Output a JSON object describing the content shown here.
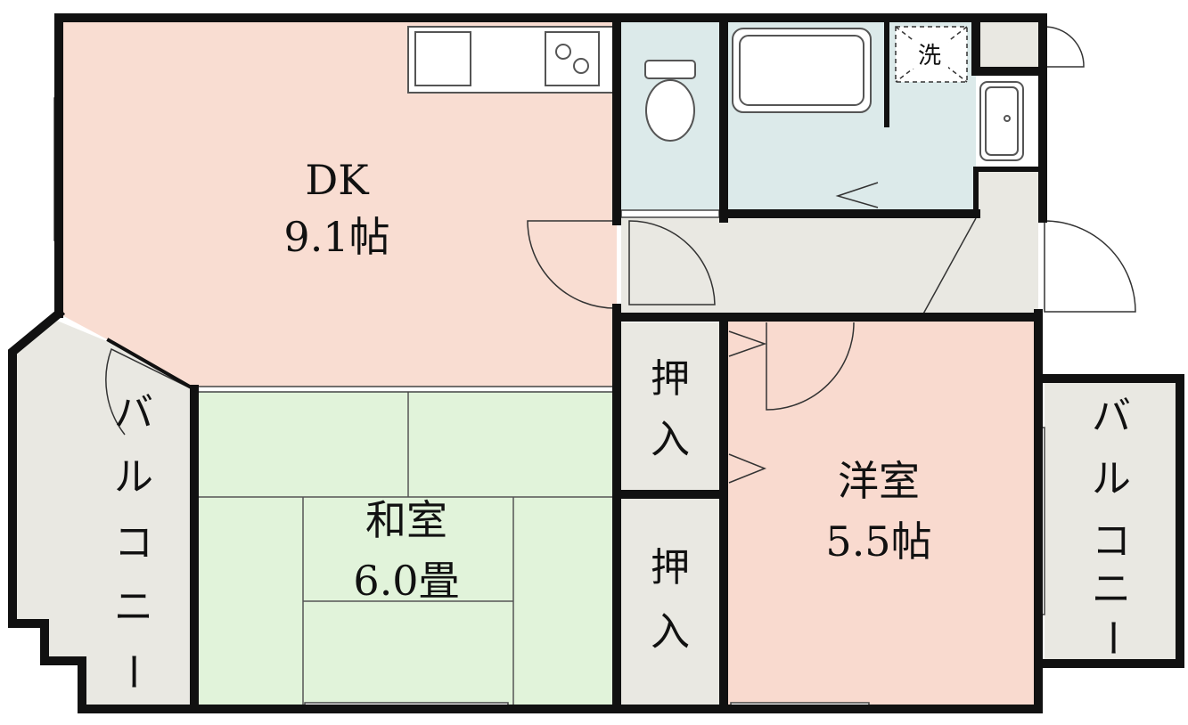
{
  "rooms": {
    "dk": {
      "name": "DK",
      "size": "9.1帖"
    },
    "washitsu": {
      "name": "和室",
      "size": "6.0畳"
    },
    "yoshitsu": {
      "name": "洋室",
      "size": "5.5帖"
    },
    "closet_upper": {
      "line1": "押",
      "line2": "入"
    },
    "closet_lower": {
      "line1": "押",
      "line2": "入"
    },
    "balcony_left": {
      "chars": [
        "バ",
        "ル",
        "コ",
        "ニ",
        "ー"
      ]
    },
    "balcony_right": {
      "chars": [
        "バ",
        "ル",
        "コ",
        "ニ",
        "ー"
      ]
    },
    "washer": {
      "label": "洗"
    }
  },
  "colors": {
    "dk": "#f9ddd2",
    "washitsu": "#e1f3da",
    "yoshitsu": "#f9dacf",
    "wet": "#dceaea",
    "hall": "#e9e8e2",
    "balcony": "#e9e8e2",
    "wall": "#111111"
  }
}
